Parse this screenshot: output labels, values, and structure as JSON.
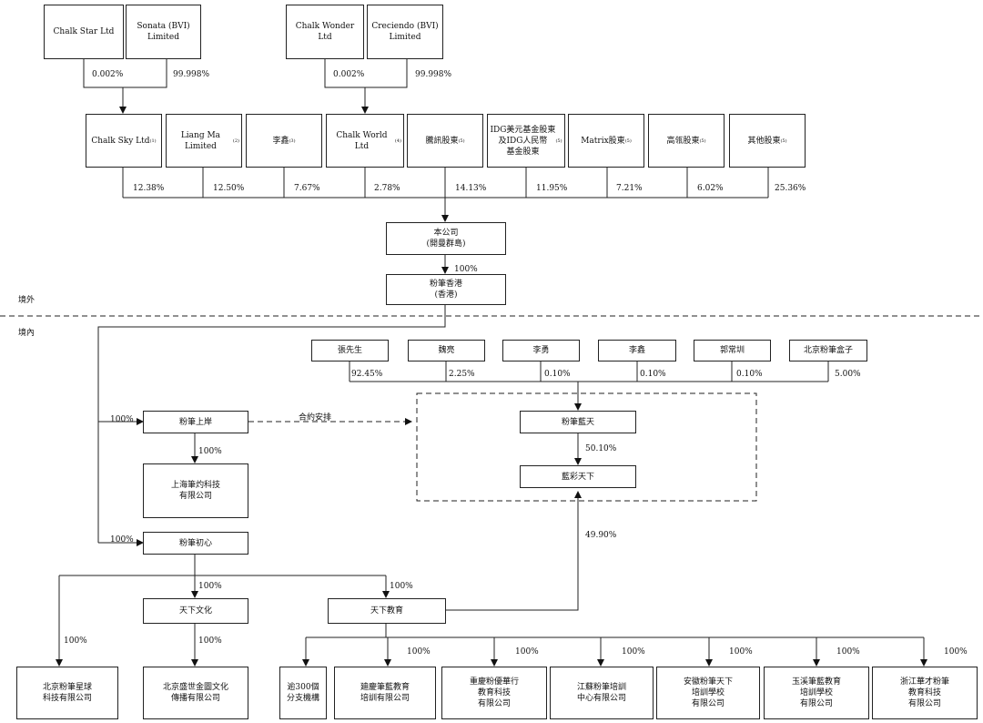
{
  "top_holders": {
    "chalk_star": "Chalk Star Ltd",
    "sonata": "Sonata (BVI)\nLimited",
    "chalk_wonder": "Chalk Wonder Ltd",
    "creciendo": "Creciendo (BVI)\nLimited"
  },
  "top_pcts": {
    "chalk_star": "0.002%",
    "sonata": "99.998%",
    "chalk_wonder": "0.002%",
    "creciendo": "99.998%"
  },
  "shareholders": [
    {
      "label": "Chalk Sky Ltd",
      "sup": "(1)",
      "pct": "12.38%"
    },
    {
      "label": "Liang Ma Limited",
      "sup": "(2)",
      "pct": "12.50%"
    },
    {
      "label": "李鑫",
      "sup": "(3)",
      "pct": "7.67%"
    },
    {
      "label": "Chalk World Ltd",
      "sup": "(4)",
      "pct": "2.78%"
    },
    {
      "label": "騰訊股東",
      "sup": "(5)",
      "pct": "14.13%"
    },
    {
      "label": "IDG美元基金股東\n及IDG人民幣\n基金股東",
      "sup": "(5)",
      "pct": "11.95%"
    },
    {
      "label": "Matrix股東",
      "sup": "(5)",
      "pct": "7.21%"
    },
    {
      "label": "高瓴股東",
      "sup": "(5)",
      "pct": "6.02%"
    },
    {
      "label": "其他股東",
      "sup": "(5)",
      "pct": "25.36%"
    }
  ],
  "company": "本公司\n(開曼群島)",
  "company_to_hk_pct": "100%",
  "fenbi_hk": "粉筆香港\n(香港)",
  "regions": {
    "offshore": "境外",
    "onshore": "境內"
  },
  "vie_holders": [
    {
      "label": "張先生",
      "pct": "92.45%"
    },
    {
      "label": "魏亮",
      "pct": "2.25%"
    },
    {
      "label": "李勇",
      "pct": "0.10%"
    },
    {
      "label": "李鑫",
      "pct": "0.10%"
    },
    {
      "label": "郭常圳",
      "pct": "0.10%"
    },
    {
      "label": "北京粉筆盒子",
      "pct": "5.00%"
    }
  ],
  "fenbi_shangan": "粉筆上岸",
  "fenbi_shangan_pct": "100%",
  "contract": "合約安排",
  "shanghai": "上海筆灼科技\n有限公司",
  "shanghai_pct": "100%",
  "fenbi_lantian": "粉筆藍天",
  "lantian_pct": "50.10%",
  "lancai": "藍彩天下",
  "lancai_pct": "49.90%",
  "fenbi_chuxin": "粉筆初心",
  "chuxin_pct": "100%",
  "chuxin_children_pcts": {
    "xingqiu": "100%",
    "wenhua": "100%",
    "jiaoyu": "100%"
  },
  "tianxia_wenhua": "天下文化",
  "wenhua_pct": "100%",
  "tianxia_jiaoyu": "天下教育",
  "beijing_xingqiu": "北京粉筆星球\n科技有限公司",
  "beijing_shengshi": "北京盛世金圖文化\n傳播有限公司",
  "bottom_entities": [
    {
      "label": "逾300個\n分支機構",
      "pct": ""
    },
    {
      "label": "廸慶筆藍教育\n培訓有限公司",
      "pct": "100%"
    },
    {
      "label": "重慶粉優華行\n教育科技\n有限公司",
      "pct": "100%"
    },
    {
      "label": "江蘇粉筆培訓\n中心有限公司",
      "pct": "100%"
    },
    {
      "label": "安徽粉筆天下\n培訓學校\n有限公司",
      "pct": "100%"
    },
    {
      "label": "玉溪筆藍教育\n培訓學校\n有限公司",
      "pct": "100%"
    },
    {
      "label": "浙江華才粉筆\n教育科技\n有限公司",
      "pct": "100%"
    }
  ]
}
